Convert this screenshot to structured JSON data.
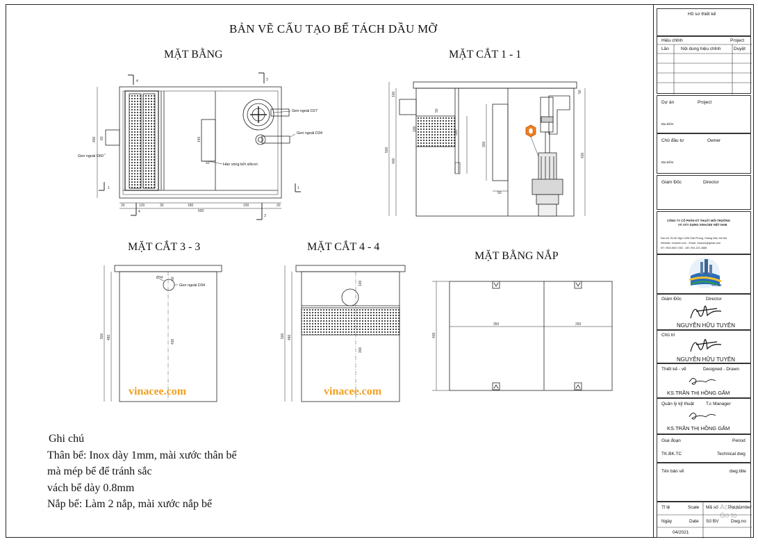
{
  "drawing": {
    "title": "BẢN VẼ CẤU TẠO BỂ TÁCH DẦU MỠ",
    "views": {
      "plan": "MẶT BẰNG",
      "section_1_1": "MẶT CẮT 1 - 1",
      "section_3_3": "MẶT CẮT 3 - 3",
      "section_4_4": "MẶT CẮT 4 - 4",
      "lid_plan": "MẶT BẰNG NẮP"
    },
    "brand": "vinacee.com",
    "plan_labels": {
      "gen_d27": "Gen ngoài D27",
      "gen_d34": "Gen ngoài D34",
      "gen_d60": "Gen ngoài D60",
      "weld": "Hàn vòng bởi silicon",
      "marker_1": "1",
      "marker_3": "3",
      "marker_4": "4"
    },
    "plan_dims": {
      "d20a": "20",
      "d120": "120",
      "d30": "30",
      "d180": "180",
      "d230": "230",
      "d20b": "20",
      "total": "600",
      "d400": "400",
      "d60": "60",
      "d140": "140",
      "d50": "50"
    },
    "sec11_dims": {
      "d100": "100",
      "d50": "50",
      "d330": "330",
      "d500": "500",
      "d430": "430",
      "d400": "400",
      "d300": "300",
      "d100b": "100",
      "d50b": "50",
      "d50c": "50"
    },
    "sec33_labels": {
      "d34": "Ø34",
      "gen": "Gen ngoài D34",
      "d500": "500",
      "d480": "480",
      "d430": "430",
      "d50": "50"
    },
    "sec44_labels": {
      "d500": "500",
      "d480": "480",
      "d300": "300",
      "d100": "100"
    },
    "lid_dims": {
      "d350": "350",
      "d250": "250",
      "d400": "400"
    },
    "notes": {
      "heading": "Ghi chú",
      "line1": "Thân bể: Inox dày 1mm, mài xước thân bể",
      "line2": "mà mép bể để tránh sắc",
      "line3": "vách bể dày 0.8mm",
      "line4": "Nắp bể: Làm 2 nắp, mài xước nắp bể"
    }
  },
  "title_block": {
    "ho_so": "Hồ sơ thiết kế",
    "hieu_chinh": "Hiệu chỉnh",
    "project": "Project",
    "lan": "Lần",
    "noi_dung": "Nội dung hiệu chỉnh",
    "duyet": "Duyệt",
    "du_an": "Dự án",
    "du_an_en": "Project",
    "dia_diem": "Địa Điểm:",
    "chu_dau_tu": "Chủ đầu tư",
    "owner": "Owner",
    "dia_diem2": "Địa Điểm:",
    "giam_doc": "Giám Đốc",
    "director": "Director",
    "company_l1": "CÔNG TY CỔ PHẦN KỸ THUẬT MÔI TRƯỜNG",
    "company_l2": "VÀ XÂY DỰNG VINACEE VIỆT NAM",
    "addr1": "Địa chỉ: Số 80 Ngõ 1295 Giải Phóng, Hoàng Mai, Hà Nội",
    "addr2": "Website: vinacee.com - Email: vinacee@gmail.com",
    "addr3": "ĐT: 0924.883.7452 - DĐ: 094.222.4888",
    "logo_text": "VNCEE",
    "gd2": "Giám Đốc",
    "director2": "Director",
    "gd_name": "NGUYỄN HỮU TUYÊN",
    "chu_tri": "Chủ trì",
    "ct_name": "NGUYỄN HỮU TUYÊN",
    "thiet_ke": "Thiết kế - vẽ",
    "designed": "Designed - Drawn",
    "tk_name": "KS.TRẦN THỊ HỒNG GẤM",
    "qlkt": "Quản lý kỹ thuật",
    "tc_manager": "T.c Manager",
    "ql_name": "KS.TRẦN THỊ HỒNG GẤM",
    "giai_doan": "Giai đoạn",
    "period": "Period",
    "tk_code": "TK.BK.TC",
    "tech_dwg": "Technical dwg",
    "ten_ban_ve": "Tên bản vẽ",
    "dwg_title": "dwg.title",
    "ti_le": "Tỉ lệ",
    "scale": "Scale",
    "ma_so": "Mã số",
    "pro_number": "Pro.number",
    "ngay": "Ngày",
    "date": "Date",
    "so_bv": "Số BV",
    "dwg_no": "Dwg.no",
    "date_val": "04/2021",
    "watermark": "Activat Go to"
  }
}
